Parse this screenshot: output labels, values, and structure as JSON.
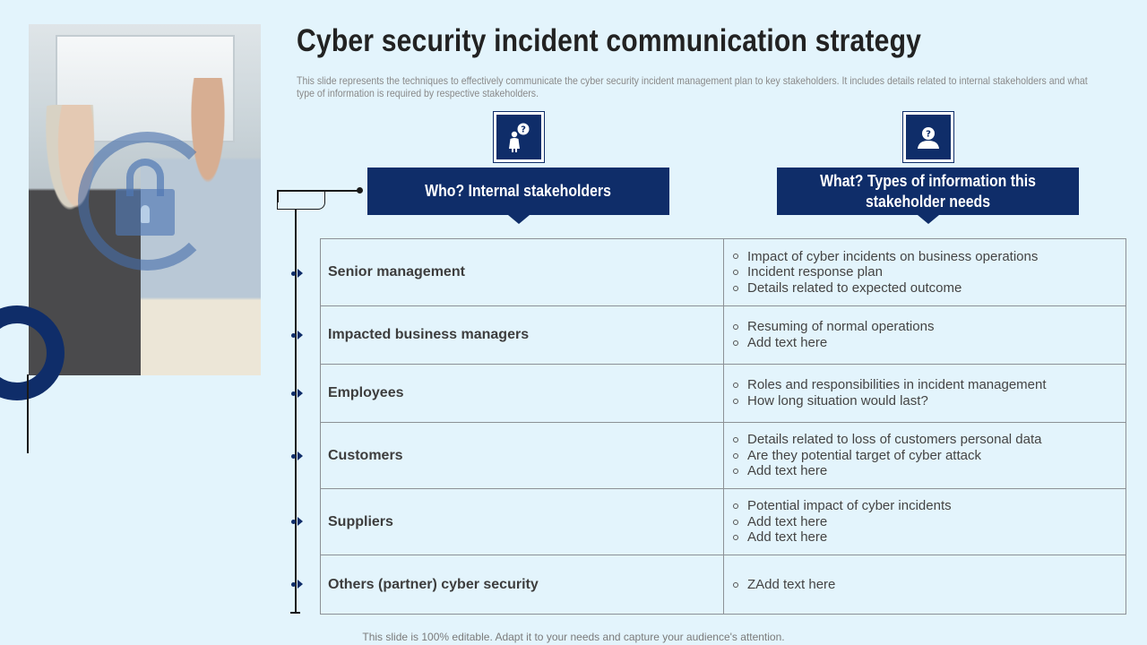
{
  "title": "Cyber security incident communication strategy",
  "description": "This slide represents the techniques to effectively communicate the cyber security incident management plan to key stakeholders. It includes details related to internal stakeholders and what type of information is required by respective stakeholders.",
  "columns": {
    "who": {
      "icon": "stakeholder-question-icon",
      "label": "Who? Internal stakeholders"
    },
    "what": {
      "icon": "person-question-icon",
      "label": "What? Types of information this stakeholder needs"
    }
  },
  "rows": [
    {
      "stakeholder": "Senior management",
      "info": [
        "Impact of cyber incidents on business operations",
        "Incident response plan",
        "Details related to expected outcome"
      ]
    },
    {
      "stakeholder": "Impacted business managers",
      "info": [
        "Resuming of normal operations",
        "Add text here"
      ]
    },
    {
      "stakeholder": "Employees",
      "info": [
        "Roles and responsibilities in incident management",
        "How long situation would last?"
      ]
    },
    {
      "stakeholder": "Customers",
      "info": [
        "Details related to loss of customers personal data",
        "Are they potential target of cyber attack",
        "Add text here"
      ]
    },
    {
      "stakeholder": "Suppliers",
      "info": [
        "Potential impact of cyber incidents",
        "Add text here",
        "Add text here"
      ]
    },
    {
      "stakeholder": "Others (partner) cyber security",
      "info": [
        "ZAdd text here"
      ]
    }
  ],
  "footer": "This slide is 100% editable. Adapt it to your needs and capture your audience's attention.",
  "colors": {
    "accent": "#0f2d69",
    "background": "#e3f4fc"
  }
}
